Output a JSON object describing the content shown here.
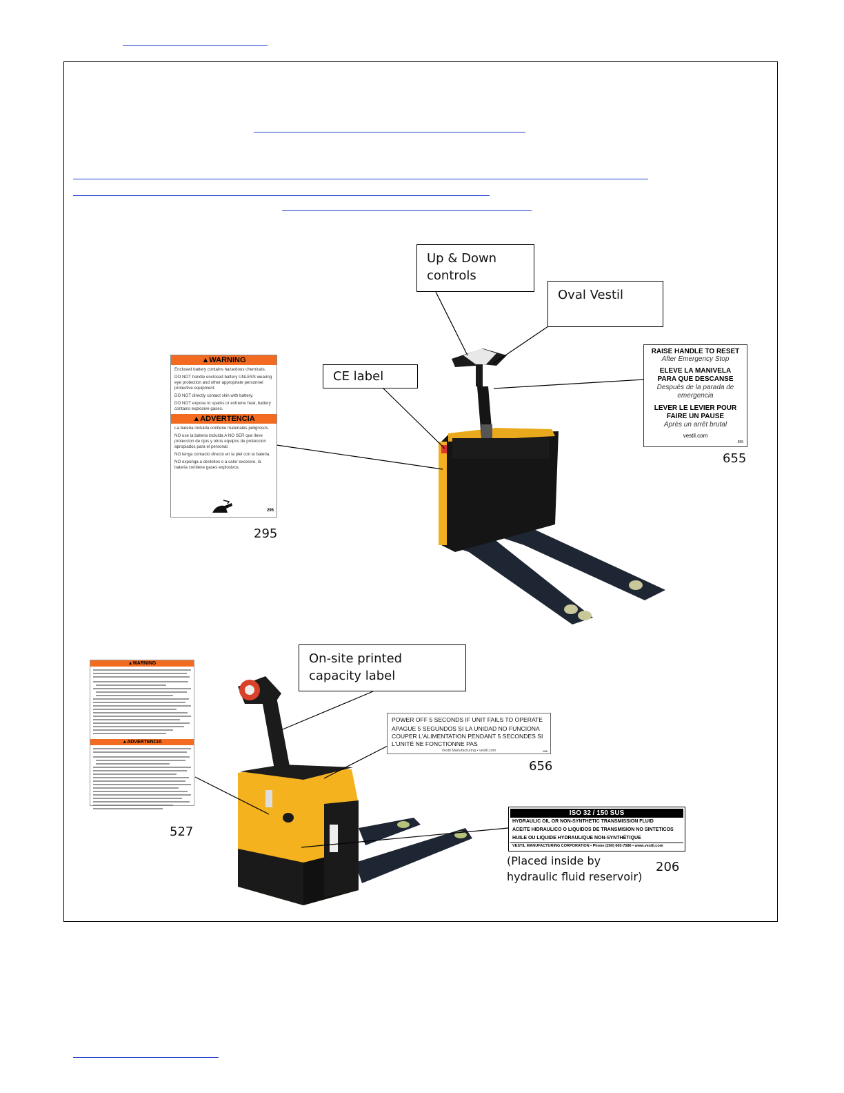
{
  "callouts": {
    "up_down": "Up & Down controls",
    "oval_vestil": "Oval Vestil",
    "ce_label": "CE label",
    "capacity": "On-site printed capacity label"
  },
  "label_numbers": {
    "l295": "295",
    "l655": "655",
    "l656": "656",
    "l527": "527",
    "l206": "206"
  },
  "note_206": "(Placed inside by hydraulic fluid reservoir)",
  "label_295": {
    "warning": "WARNING",
    "w1": "Enclosed battery contains hazardous chemicals.",
    "w2": "DO NOT handle enclosed battery UNLESS wearing eye protection and other appropriate personnel protective equipment.",
    "w3": "DO NOT directly contact skin with battery.",
    "w4": "DO NOT expose to sparks or extreme heat, battery contains explosive gases.",
    "advertencia": "ADVERTENCIA",
    "a1": "La bateria incluida contiene materiales peligrosos.",
    "a2": "NO use la bateria incluida A NO SER que lleve proteccion de ojos y otros equipos de proteccion apropiados para el personal.",
    "a3": "NO tenga contacto directo en la piel con la bateria.",
    "a4": "NO exponga a destellos o a calor excesivo, la bateria contiene gases explosivos.",
    "code": "295"
  },
  "label_655": {
    "l1": "RAISE HANDLE TO RESET",
    "l2": "After Emergency Stop",
    "l3": "ELEVE LA MANIVELA PARA QUE DESCANSE",
    "l4": "Después de la parada de emergencia",
    "l5": "LEVER LE LEVIER POUR FAIRE UN PAUSE",
    "l6": "Après un arrêt brutal",
    "site": "vestil.com",
    "code": "655"
  },
  "label_656": {
    "l1": "POWER OFF 5 SECONDS IF UNIT FAILS TO OPERATE",
    "l2": "APAGUE 5 SEGUNDOS SI LA UNIDAD NO FUNCIONA",
    "l3": "COUPER L'ALIMENTATION PENDANT 5 SECONDES SI L'UNITÉ NE FONCTIONNE PAS",
    "footer": "Vestil Manufacturing • vestil.com",
    "code": "656"
  },
  "label_206": {
    "header": "ISO 32 / 150 SUS",
    "l1": "HYDRAULIC OIL OR NON-SYNTHETIC TRANSMISSION FLUID",
    "l2": "ACEITE HIDRAULICO O LIQUIDOS DE TRANSMISION NO SINTETICOS",
    "l3": "HUILE OU LIQUIDE HYDRAULIQUE NON-SYNTHÉTIQUE",
    "footer": "VESTIL MANUFACTURING CORPORATION • Phone (260) 665-7586 • www.vestil.com"
  },
  "label_527": {
    "warning": "WARNING",
    "advertencia": "ADVERTENCIA"
  },
  "colors": {
    "link": "#1f3ec9",
    "warning_orange": "#f26b21",
    "truck_yellow": "#f5b21f",
    "truck_black": "#141414",
    "fork_navy": "#1e2633"
  }
}
